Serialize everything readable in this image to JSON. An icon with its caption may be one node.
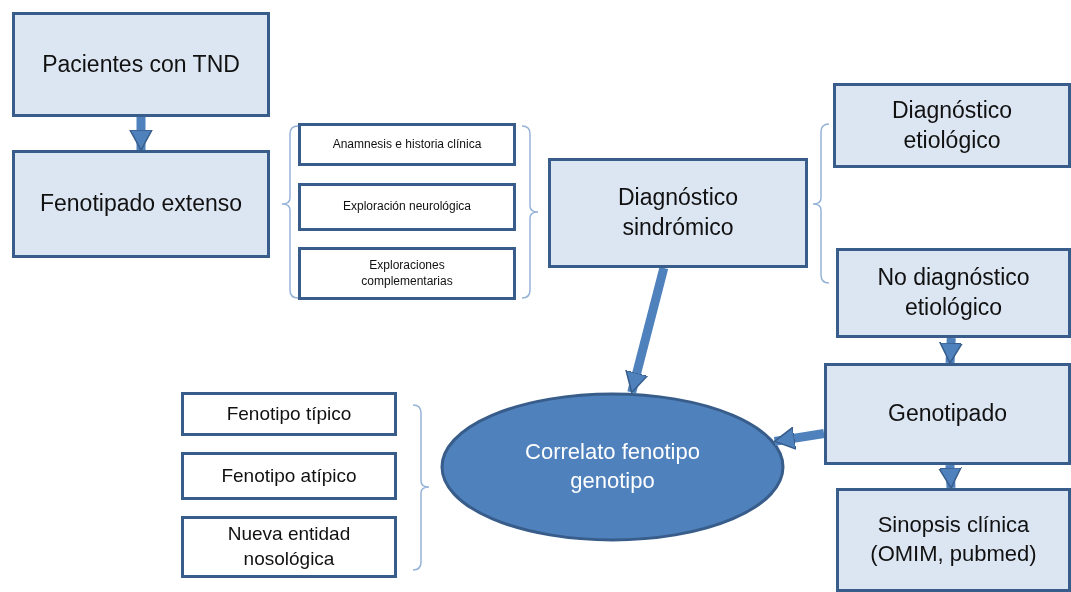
{
  "diagram": {
    "nodes": [
      {
        "text": [
          "Pacientes con TND"
        ]
      },
      {
        "text": [
          "Fenotipado extenso"
        ]
      },
      {
        "text": [
          "Anamnesis  e historia clínica"
        ]
      },
      {
        "text": [
          "Exploración neurológica"
        ]
      },
      {
        "text": [
          "Exploraciones complementarias"
        ]
      },
      {
        "text": [
          "Diagnóstico sindrómico"
        ]
      },
      {
        "text": [
          "Diagnóstico etiológico"
        ]
      },
      {
        "text": [
          "No diagnóstico etiológico"
        ]
      },
      {
        "text": [
          "Genotipado"
        ]
      },
      {
        "text": [
          "Sinopsis clínica (OMIM, pubmed)"
        ]
      },
      {
        "text": [
          "Correlato fenotipo genotipo"
        ]
      },
      {
        "text": [
          "Fenotipo típico"
        ]
      },
      {
        "text": [
          "Fenotipo atípico"
        ]
      },
      {
        "text": [
          "Nueva entidad nosológica"
        ]
      }
    ],
    "edges": [
      {
        "from": 0,
        "to": 1,
        "arrow": "to"
      },
      {
        "from": 5,
        "to": 10,
        "arrow": "to"
      },
      {
        "from": 7,
        "to": 8,
        "arrow": "to"
      },
      {
        "from": 8,
        "to": 10,
        "arrow": "to"
      },
      {
        "from": 8,
        "to": 9,
        "arrow": "to"
      }
    ]
  }
}
